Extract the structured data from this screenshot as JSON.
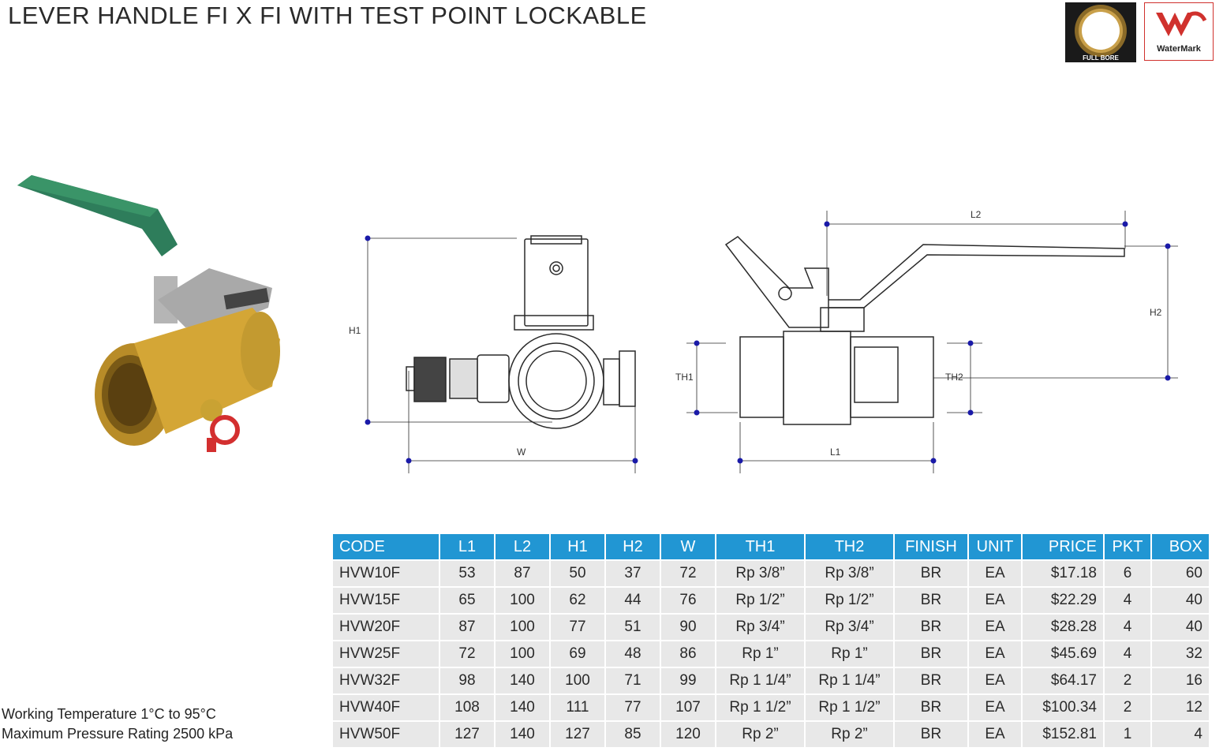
{
  "title": "LEVER HANDLE FI X FI WITH TEST POINT LOCKABLE",
  "badges": {
    "fullbore": "FULL BORE",
    "watermark": "WaterMark"
  },
  "colors": {
    "header_blue": "#2196d3",
    "row_grey": "#e8e8e8",
    "watermark_red": "#d0312d",
    "handle_green": "#2e7d5b",
    "brass": "#c9a233"
  },
  "drawing_labels": {
    "h1": "H1",
    "w": "W",
    "l2": "L2",
    "h2": "H2",
    "th1": "TH1",
    "th2": "TH2",
    "l1": "L1"
  },
  "specs": {
    "temperature": "Working Temperature  1°C to 95°C",
    "pressure": "Maximum Pressure Rating  2500 kPa"
  },
  "table": {
    "headers": [
      "CODE",
      "L1",
      "L2",
      "H1",
      "H2",
      "W",
      "TH1",
      "TH2",
      "FINISH",
      "UNIT",
      "PRICE",
      "PKT",
      "BOX"
    ],
    "rows": [
      [
        "HVW10F",
        "53",
        "87",
        "50",
        "37",
        "72",
        "Rp 3/8”",
        "Rp 3/8”",
        "BR",
        "EA",
        "$17.18",
        "6",
        "60"
      ],
      [
        "HVW15F",
        "65",
        "100",
        "62",
        "44",
        "76",
        "Rp 1/2”",
        "Rp 1/2”",
        "BR",
        "EA",
        "$22.29",
        "4",
        "40"
      ],
      [
        "HVW20F",
        "87",
        "100",
        "77",
        "51",
        "90",
        "Rp 3/4”",
        "Rp 3/4”",
        "BR",
        "EA",
        "$28.28",
        "4",
        "40"
      ],
      [
        "HVW25F",
        "72",
        "100",
        "69",
        "48",
        "86",
        "Rp 1”",
        "Rp 1”",
        "BR",
        "EA",
        "$45.69",
        "4",
        "32"
      ],
      [
        "HVW32F",
        "98",
        "140",
        "100",
        "71",
        "99",
        "Rp 1 1/4”",
        "Rp 1 1/4”",
        "BR",
        "EA",
        "$64.17",
        "2",
        "16"
      ],
      [
        "HVW40F",
        "108",
        "140",
        "111",
        "77",
        "107",
        "Rp 1 1/2”",
        "Rp 1 1/2”",
        "BR",
        "EA",
        "$100.34",
        "2",
        "12"
      ],
      [
        "HVW50F",
        "127",
        "140",
        "127",
        "85",
        "120",
        "Rp 2”",
        "Rp 2”",
        "BR",
        "EA",
        "$152.81",
        "1",
        "4"
      ]
    ]
  }
}
